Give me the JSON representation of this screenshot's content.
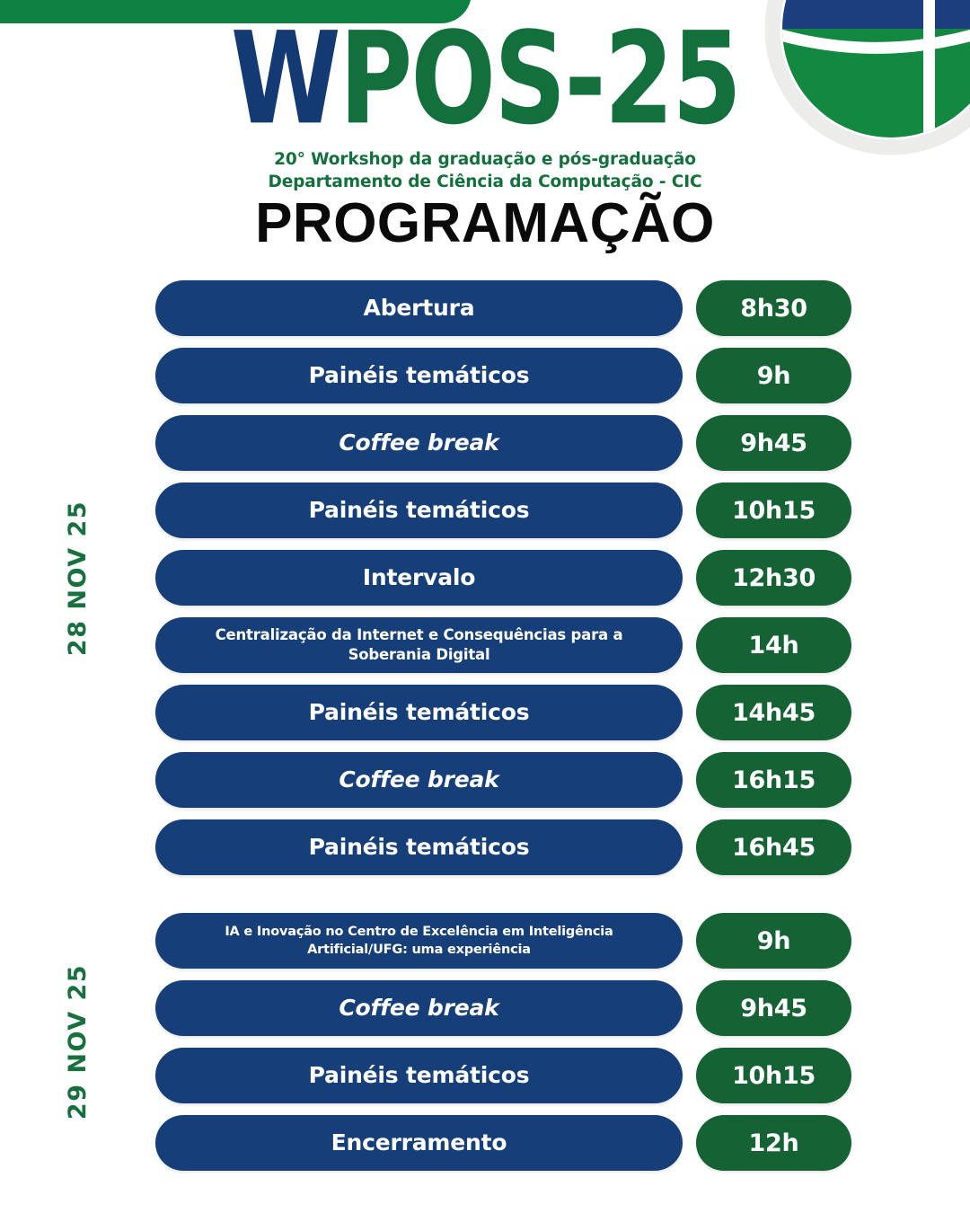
{
  "brand": {
    "wordmark_w": "W",
    "wordmark_rest": "POS-25",
    "subtitle_line1": "20° Workshop da graduação e pós-graduação",
    "subtitle_line2": "Departamento de Ciência da Computação - CIC",
    "colors": {
      "blue": "#163F7A",
      "green": "#156234",
      "logo_green": "#13703C",
      "accent_green": "#0E8041",
      "emblem_blue": "#1B3F7E",
      "emblem_green": "#138841",
      "emblem_ring": "#ECECEA",
      "title_black": "#0a0a0a"
    }
  },
  "page_title": "PROGRAMAÇÃO",
  "days": [
    {
      "label": "28 NOV 25",
      "rows": [
        {
          "title": "Abertura",
          "time": "8h30",
          "style": "normal"
        },
        {
          "title": "Painéis temáticos",
          "time": "9h",
          "style": "normal"
        },
        {
          "title": "Coffee break",
          "time": "9h45",
          "style": "italic"
        },
        {
          "title": "Painéis temáticos",
          "time": "10h15",
          "style": "normal"
        },
        {
          "title": "Intervalo",
          "time": "12h30",
          "style": "normal"
        },
        {
          "title": "Centralização da Internet e Consequências para a Soberania Digital",
          "time": "14h",
          "style": "small"
        },
        {
          "title": "Painéis temáticos",
          "time": "14h45",
          "style": "normal"
        },
        {
          "title": "Coffee break",
          "time": "16h15",
          "style": "italic"
        },
        {
          "title": "Painéis temáticos",
          "time": "16h45",
          "style": "normal"
        }
      ]
    },
    {
      "label": "29 NOV 25",
      "rows": [
        {
          "title": "IA e Inovação no Centro de Excelência em Inteligência Artificial/UFG:  uma experiência",
          "time": "9h",
          "style": "xsmall"
        },
        {
          "title": "Coffee break",
          "time": "9h45",
          "style": "italic"
        },
        {
          "title": "Painéis temáticos",
          "time": "10h15",
          "style": "normal"
        },
        {
          "title": "Encerramento",
          "time": "12h",
          "style": "normal"
        }
      ]
    }
  ]
}
